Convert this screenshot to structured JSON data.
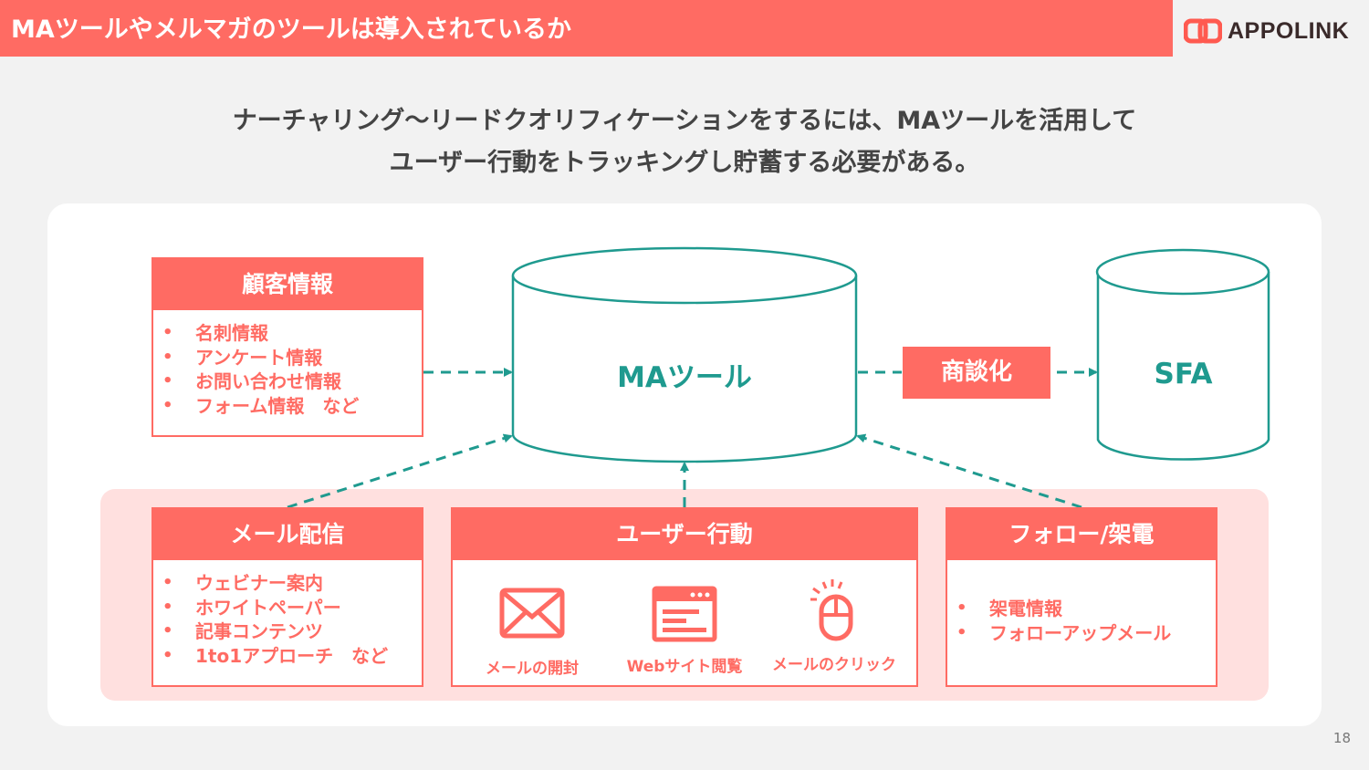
{
  "header": {
    "title": "MAツールやメルマガのツールは導入されているか"
  },
  "logo": {
    "text": "APPOLINK"
  },
  "lead": {
    "line1": "ナーチャリング〜リードクオリフィケーションをするには、MAツールを活用して",
    "line2": "ユーザー行動をトラッキングし貯蓄する必要がある。"
  },
  "diagram": {
    "customer_info": {
      "title": "顧客情報",
      "items": [
        "名刺情報",
        "アンケート情報",
        "お問い合わせ情報",
        "フォーム情報　など"
      ]
    },
    "ma_tool": {
      "label": "MAツール"
    },
    "deal_tag": {
      "label": "商談化"
    },
    "sfa": {
      "label": "SFA"
    },
    "mail": {
      "title": "メール配信",
      "items": [
        "ウェビナー案内",
        "ホワイトペーパー",
        "記事コンテンツ",
        "1to1アプローチ　など"
      ]
    },
    "user_action": {
      "title": "ユーザー行動",
      "icons": [
        {
          "name": "mail-icon",
          "label": "メールの開封"
        },
        {
          "name": "browser-icon",
          "label": "Webサイト閲覧"
        },
        {
          "name": "mouse-click-icon",
          "label": "メールのクリック"
        }
      ]
    },
    "follow": {
      "title": "フォロー/架電",
      "items": [
        "架電情報",
        "フォローアップメール"
      ]
    },
    "colors": {
      "accent": "#ff6b63",
      "teal": "#1f9a8f",
      "pink_bg": "#ffe0df"
    }
  },
  "page_number": "18"
}
